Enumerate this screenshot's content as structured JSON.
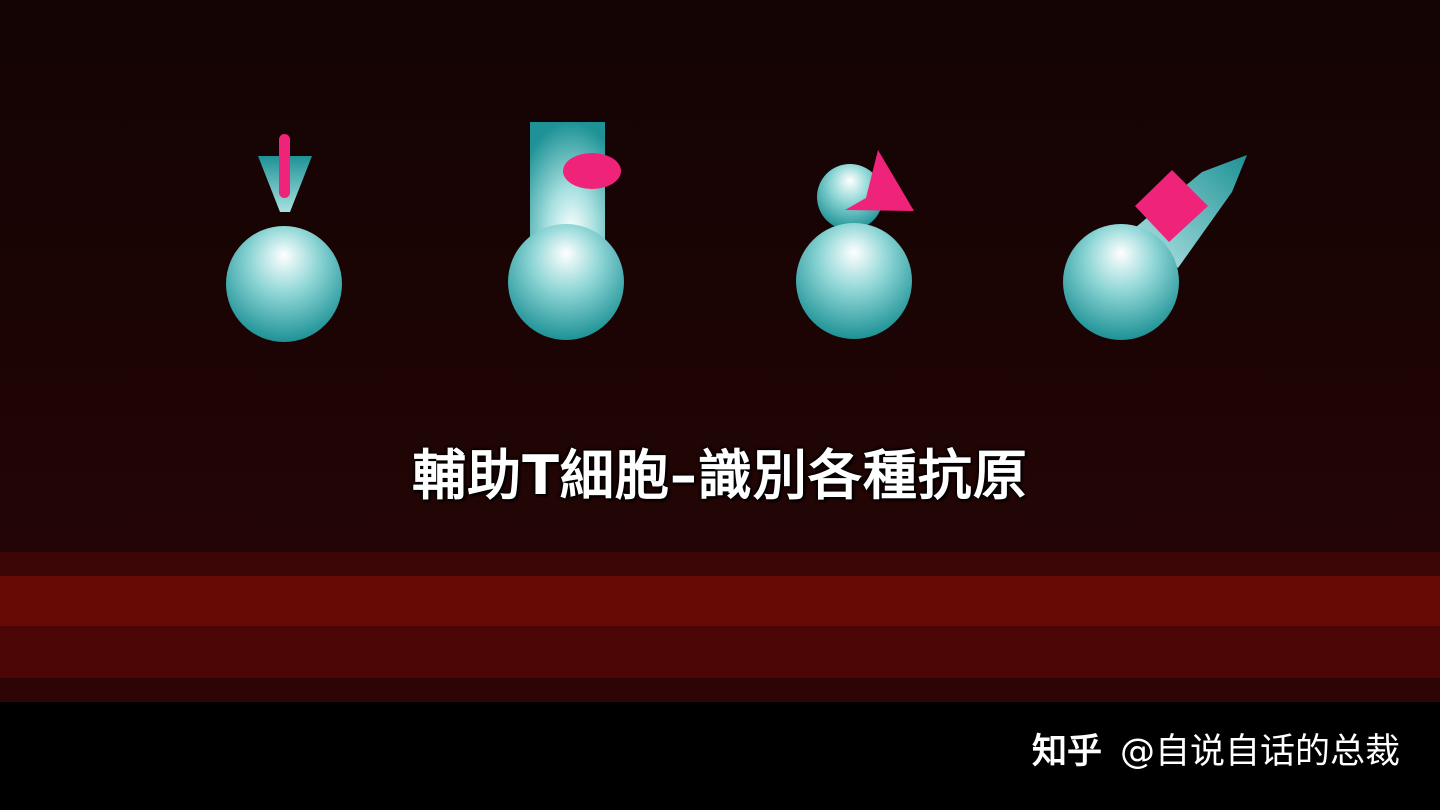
{
  "caption": "輔助T細胞–識別各種抗原",
  "watermark": {
    "logo": "知乎",
    "author": "@自说自话的总裁"
  },
  "colors": {
    "cell_teal": "#1e9296",
    "cell_highlight": "#ffffff",
    "antigen_pink": "#f0237a",
    "background": "#1a0404",
    "band_red": "#670a06"
  },
  "cells": [
    {
      "receptor_shape": "funnel",
      "antigen_shape": "rod"
    },
    {
      "receptor_shape": "rectangle",
      "antigen_shape": "ellipse"
    },
    {
      "receptor_shape": "round-head",
      "antigen_shape": "triangle"
    },
    {
      "receptor_shape": "diagonal-arm",
      "antigen_shape": "diamond"
    }
  ]
}
